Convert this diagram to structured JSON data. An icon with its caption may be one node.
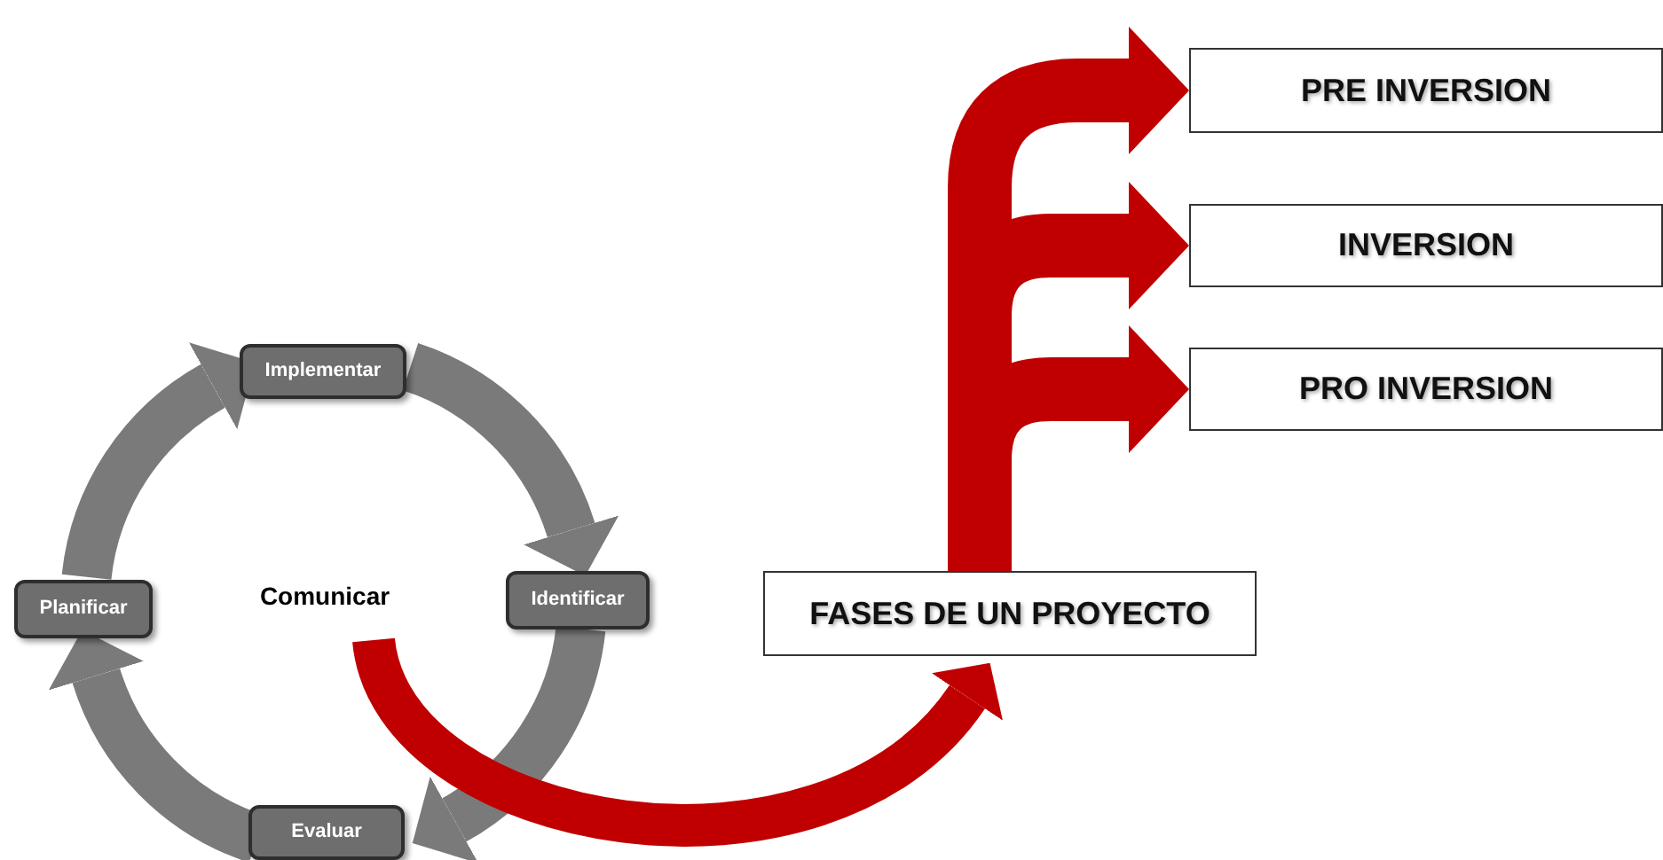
{
  "diagram": {
    "nodes": [
      {
        "text": [
          "Implementar"
        ]
      },
      {
        "text": [
          "Identificar"
        ]
      },
      {
        "text": [
          "Evaluar"
        ]
      },
      {
        "text": [
          "Planificar"
        ]
      },
      {
        "text": [
          "Comunicar"
        ]
      },
      {
        "text": [
          "FASES DE UN PROYECTO"
        ]
      },
      {
        "text": [
          "PRE INVERSION"
        ]
      },
      {
        "text": [
          "INVERSION"
        ]
      },
      {
        "text": [
          "PRO INVERSION"
        ]
      }
    ],
    "edges": [
      {
        "from": 0,
        "to": 1,
        "arrow": "to",
        "color": "#7a7a7a"
      },
      {
        "from": 1,
        "to": 2,
        "arrow": "to",
        "color": "#7a7a7a"
      },
      {
        "from": 2,
        "to": 3,
        "arrow": "to",
        "color": "#7a7a7a"
      },
      {
        "from": 3,
        "to": 0,
        "arrow": "to",
        "color": "#7a7a7a"
      },
      {
        "from": 4,
        "to": 5,
        "arrow": "to",
        "color": "#c00000"
      },
      {
        "from": 5,
        "to": 6,
        "arrow": "to",
        "color": "#c00000"
      },
      {
        "from": 5,
        "to": 7,
        "arrow": "to",
        "color": "#c00000"
      },
      {
        "from": 5,
        "to": 8,
        "arrow": "to",
        "color": "#c00000"
      }
    ]
  }
}
